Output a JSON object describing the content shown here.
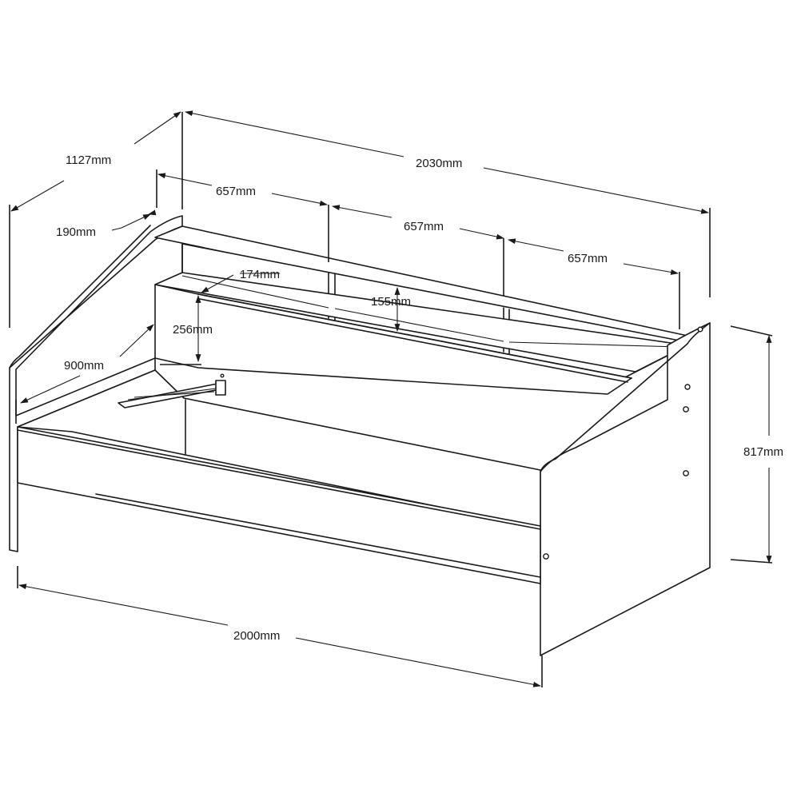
{
  "dimensions": {
    "depth_overall": "1127mm",
    "length_overall": "2030mm",
    "shelf_width_1": "657mm",
    "shelf_width_2": "657mm",
    "shelf_width_3": "657mm",
    "shelf_depth": "190mm",
    "backrest_depth": "174mm",
    "shelf_height": "155mm",
    "backrest_height": "256mm",
    "mattress_width": "900mm",
    "height_overall": "817mm",
    "length_front": "2000mm"
  }
}
